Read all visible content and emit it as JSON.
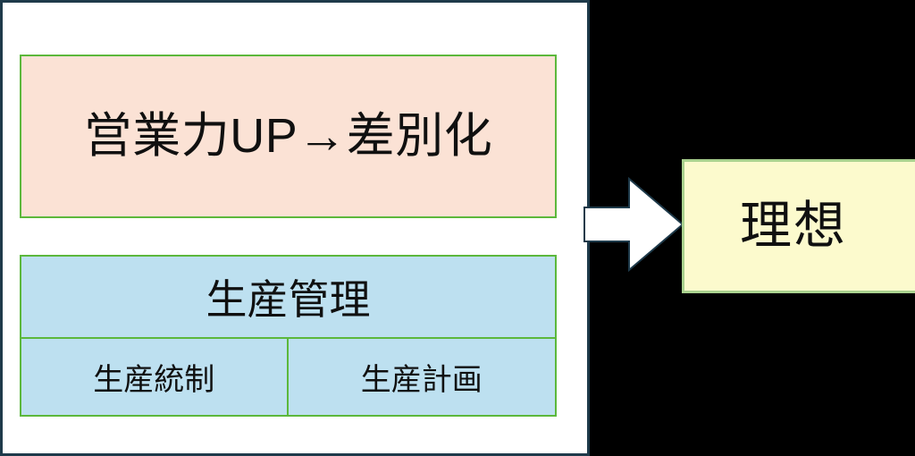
{
  "slide": {
    "background_color": "#000000",
    "panel_color": "#ffffff",
    "panel_border_color": "#1e3a4a"
  },
  "boxes": {
    "sales": {
      "label": "営業力UP→差別化",
      "fill": "#fbe2d5",
      "border": "#5cb83c"
    },
    "production": {
      "header_label": "生産管理",
      "fill": "#bde0f0",
      "border": "#5cb83c",
      "subcells": [
        {
          "label": "生産統制"
        },
        {
          "label": "生産計画"
        }
      ]
    },
    "goal": {
      "label": "理想",
      "fill": "#fcfacd",
      "border": "#a9d18e"
    }
  },
  "arrow": {
    "name": "right-block-arrow",
    "fill": "#ffffff",
    "outline": "#1e3a4a",
    "direction": "right"
  }
}
